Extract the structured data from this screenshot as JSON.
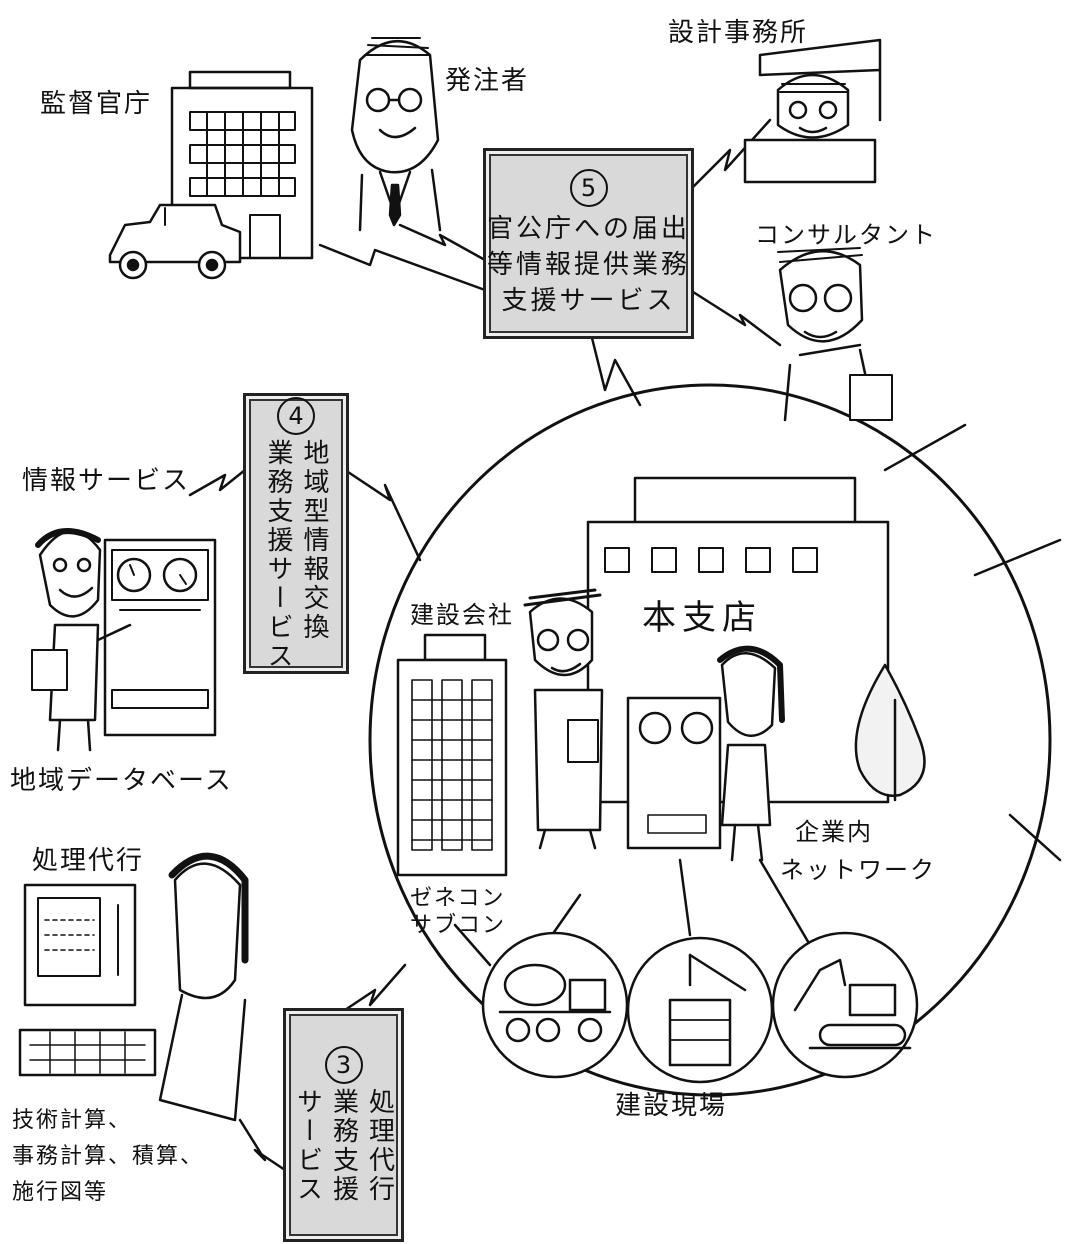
{
  "labels": {
    "kantoku": "監督官庁",
    "hatchusha": "発注者",
    "sekkei": "設計事務所",
    "consultant": "コンサルタント",
    "joho_service": "情報サービス",
    "chiiki_db": "地域データベース",
    "shori_daiko": "処理代行",
    "gijutsu_1": "技術計算、",
    "gijutsu_2": "事務計算、積算、",
    "gijutsu_3": "施行図等",
    "kensetsu_gaisha": "建設会社",
    "genecon_1": "ゼネコン",
    "genecon_2": "サブコン",
    "honshiten": "本支店",
    "kigyonai_1": "企業内",
    "kigyonai_2": "ネットワーク",
    "kensetsu_genba": "建設現場"
  },
  "services": {
    "s5": {
      "number": "5",
      "lines": [
        "官公庁への届出",
        "等情報提供業務",
        "支援サービス"
      ]
    },
    "s4": {
      "number": "4",
      "lines": [
        "地域型情報交換",
        "業務支援サービス"
      ]
    },
    "s3": {
      "number": "3",
      "lines": [
        "処理代行",
        "業務支援",
        "サービス"
      ]
    }
  }
}
